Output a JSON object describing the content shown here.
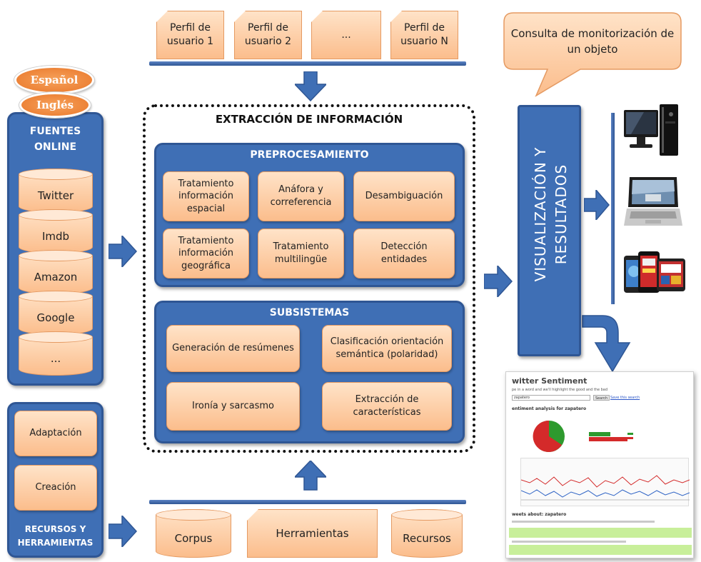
{
  "languages": [
    "Español",
    "Inglés"
  ],
  "fuentes": {
    "title_line1": "FUENTES",
    "title_line2": "ONLINE",
    "items": [
      "Twitter",
      "Imdb",
      "Amazon",
      "Google",
      "..."
    ]
  },
  "recursos_panel": {
    "items": [
      "Adaptación",
      "Creación"
    ],
    "title_line1": "RECURSOS Y",
    "title_line2": "HERRAMIENTAS"
  },
  "perfiles": [
    {
      "line1": "Perfil de",
      "line2": "usuario 1"
    },
    {
      "line1": "Perfil de",
      "line2": "usuario 2"
    },
    {
      "line1": "...",
      "line2": ""
    },
    {
      "line1": "Perfil de",
      "line2": "usuario N"
    }
  ],
  "extraccion": {
    "title": "EXTRACCIÓN DE INFORMACIÓN",
    "preprocesamiento": {
      "title": "PREPROCESAMIENTO",
      "items": [
        "Tratamiento información espacial",
        "Anáfora y correferencia",
        "Desambiguación",
        "Tratamiento información geográfica",
        "Tratamiento multilingüe",
        "Detección entidades"
      ]
    },
    "subsistemas": {
      "title": "SUBSISTEMAS",
      "items": [
        "Generación de resúmenes",
        "Clasificación orientación semántica (polaridad)",
        "Ironía y sarcasmo",
        "Extracción de características"
      ]
    }
  },
  "bottom_resources": [
    "Corpus",
    "Herramientas",
    "Recursos"
  ],
  "consulta": "Consulta de monitorización de un objeto",
  "visualizacion": {
    "line1": "VISUALIZACIÓN Y",
    "line2": "RESULTADOS"
  },
  "screenshot": {
    "title": "witter Sentiment",
    "subtitle": "pe in a word and we'll highlight the good and the bad",
    "query": "zapatero",
    "search_button": "Search",
    "save_link": "Save this search",
    "analysis_heading": "entiment analysis for zapatero",
    "tweets_heading": "weets about: zapatero"
  },
  "colors": {
    "blue": "#3f6fb5",
    "blue_dark": "#2f5694",
    "peach": "#fbbd8c",
    "peach_border": "#e59a62",
    "lang_orange": "#ee8a3c"
  }
}
